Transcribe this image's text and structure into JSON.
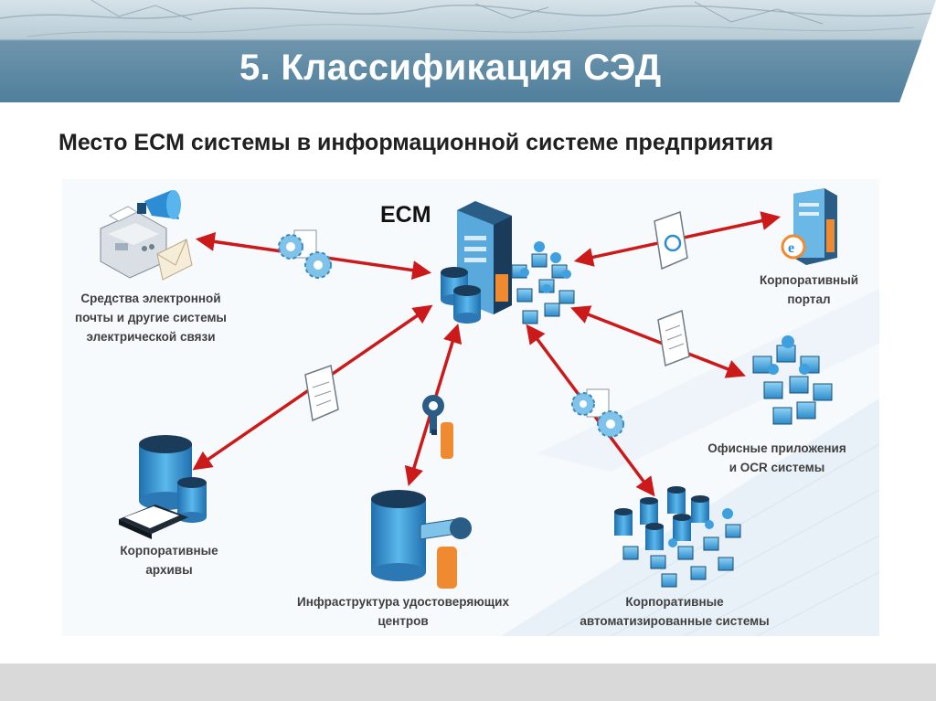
{
  "slide": {
    "title": "5. Классификация СЭД",
    "subtitle": "Место ECM системы в информационной системе предприятия"
  },
  "diagram": {
    "center": "ECM",
    "nodes": [
      {
        "id": "email",
        "lines": [
          "Средства электронной",
          "почты и другие системы",
          "электрической связи"
        ]
      },
      {
        "id": "portal",
        "lines": [
          "Корпоративный",
          "портал"
        ]
      },
      {
        "id": "office",
        "lines": [
          "Офисные приложения",
          "и OCR системы"
        ]
      },
      {
        "id": "archives",
        "lines": [
          "Корпоративные",
          "архивы"
        ]
      },
      {
        "id": "pki",
        "lines": [
          "Инфраструктура удостоверяющих",
          "центров"
        ]
      },
      {
        "id": "automated",
        "lines": [
          "Корпоративные",
          "автоматизированные системы"
        ]
      }
    ]
  },
  "colors": {
    "arrow": "#cc1a1a",
    "banner": "#4f7f9c",
    "server": "#2f8fd0",
    "server_dark": "#1b3b5a",
    "accent_orange": "#f08a30"
  },
  "icons": [
    "fax-icon",
    "megaphone-icon",
    "envelope-icon",
    "gear-icon",
    "document-icon",
    "server-icon",
    "database-icon",
    "computer-icon",
    "key-icon",
    "internet-explorer-icon"
  ]
}
